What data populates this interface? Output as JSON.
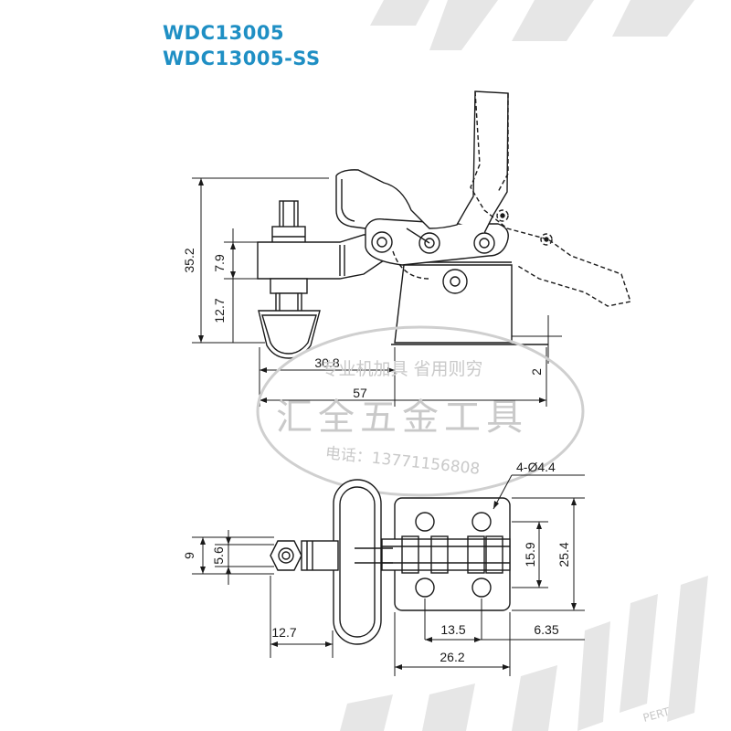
{
  "header": {
    "model_1": "WDC13005",
    "model_2": "WDC13005-SS"
  },
  "dimensions": {
    "side": [
      "35.2",
      "7.9",
      "12.7",
      "30.8",
      "57",
      "2"
    ],
    "top": [
      "4-Ø4.4",
      "9",
      "5.6",
      "15.9",
      "25.4",
      "12.7",
      "13.5",
      "6.35",
      "26.2"
    ]
  },
  "watermark": {
    "line1": "专业机加具 省用则穷",
    "line2": "汇全五金工具",
    "phone": "电话：13771156808",
    "brand_fragment": "PERT"
  },
  "colors": {
    "title": "#1f8fc4",
    "line": "#1a1a1a",
    "watermark": "#c9c9c9"
  }
}
